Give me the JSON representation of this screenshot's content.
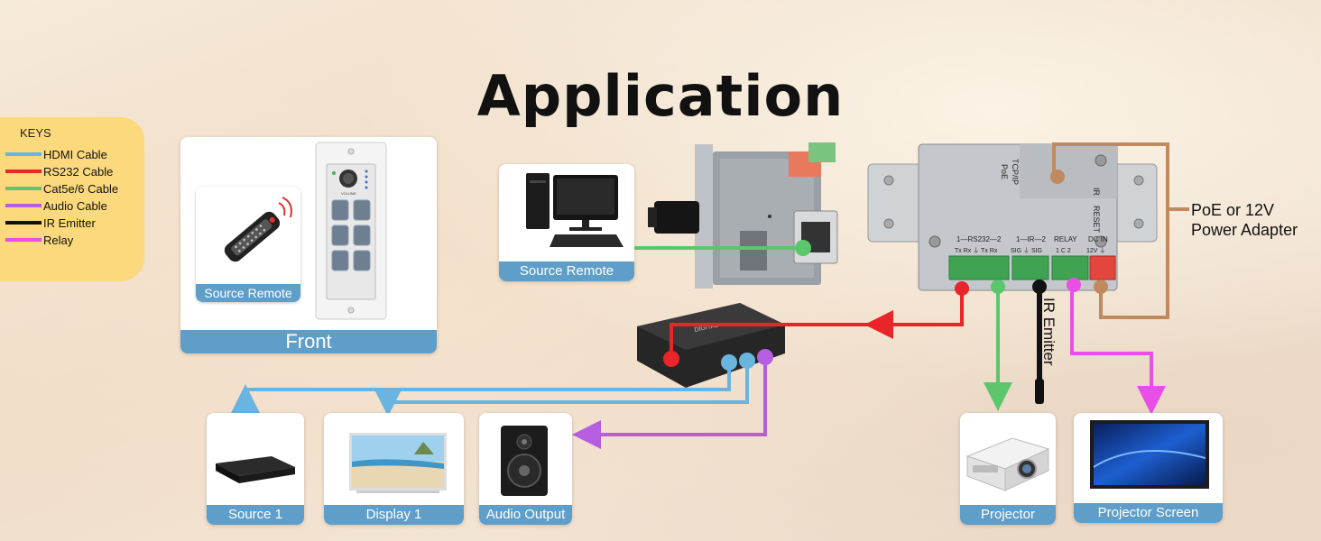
{
  "title": "Application",
  "keys": {
    "title": "KEYS",
    "items": [
      {
        "label": "HDMI Cable",
        "color": "#6ab4e0"
      },
      {
        "label": "RS232 Cable",
        "color": "#e8262a"
      },
      {
        "label": "Cat5e/6 Cable",
        "color": "#5cc66c"
      },
      {
        "label": "Audio Cable",
        "color": "#b55ee0"
      },
      {
        "label": "IR Emitter",
        "color": "#111111"
      },
      {
        "label": "Relay",
        "color": "#e94fe4"
      }
    ]
  },
  "front_panel": {
    "label": "Front",
    "remote_label": "Source Remote",
    "volume_text": "VOLUME"
  },
  "source_remote_pc": {
    "label": "Source Remote"
  },
  "rear_panel": {
    "tcpip": "TCP/IP",
    "poe": "PoE",
    "ir": "IR",
    "reset": "RESET",
    "rs232": "1—RS232—2",
    "rs232_pins": "Tx Rx ⏚ Tx Rx",
    "ir_group": "1—IR—2",
    "ir_pins": "SIG ⏚ SIG",
    "relay": "RELAY",
    "relay_pins": "1  C  2",
    "dcin": "DC IN",
    "dcin_pins": "12V ⏚"
  },
  "power_label_1": "PoE or 12V",
  "power_label_2": "Power Adapter",
  "ir_emitter_label": "IR Emitter",
  "switcher_brand": "DIGITAL",
  "devices": [
    {
      "label": "Source 1"
    },
    {
      "label": "Display 1"
    },
    {
      "label": "Audio Output"
    },
    {
      "label": "Projector"
    },
    {
      "label": "Projector Screen"
    }
  ],
  "colors": {
    "hdmi": "#6ab4e0",
    "rs232": "#e8262a",
    "cat": "#5cc66c",
    "audio": "#b55ee0",
    "ir": "#111111",
    "relay": "#e94fe4",
    "power": "#c08a5e",
    "label_bg": "#5f9ec8",
    "keys_bg": "#fcd97c"
  }
}
